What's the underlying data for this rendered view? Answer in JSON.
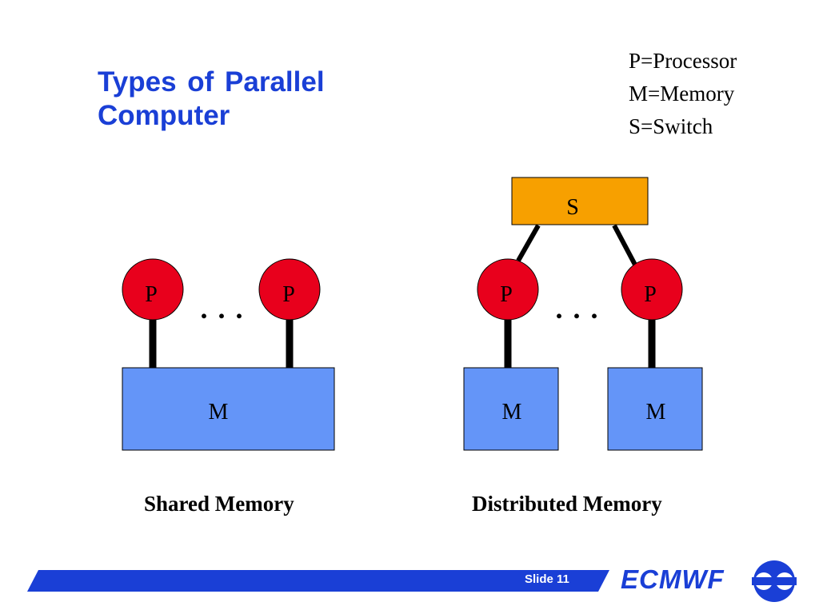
{
  "slide": {
    "title": "Types of Parallel Computer",
    "legend": [
      "P=Processor",
      "M=Memory",
      "S=Switch"
    ],
    "slide_number": "Slide 11",
    "brand": "ECMWF"
  },
  "diagram": {
    "processor_label": "P",
    "memory_label": "M",
    "switch_label": "S",
    "ellipsis": ". . .",
    "shared_caption": "Shared Memory",
    "distributed_caption": "Distributed Memory"
  },
  "colors": {
    "title": "#1a3fd6",
    "processor": "#e8001c",
    "memory": "#6495f8",
    "switch": "#f7a000",
    "footer_bar": "#1a3fd6"
  }
}
